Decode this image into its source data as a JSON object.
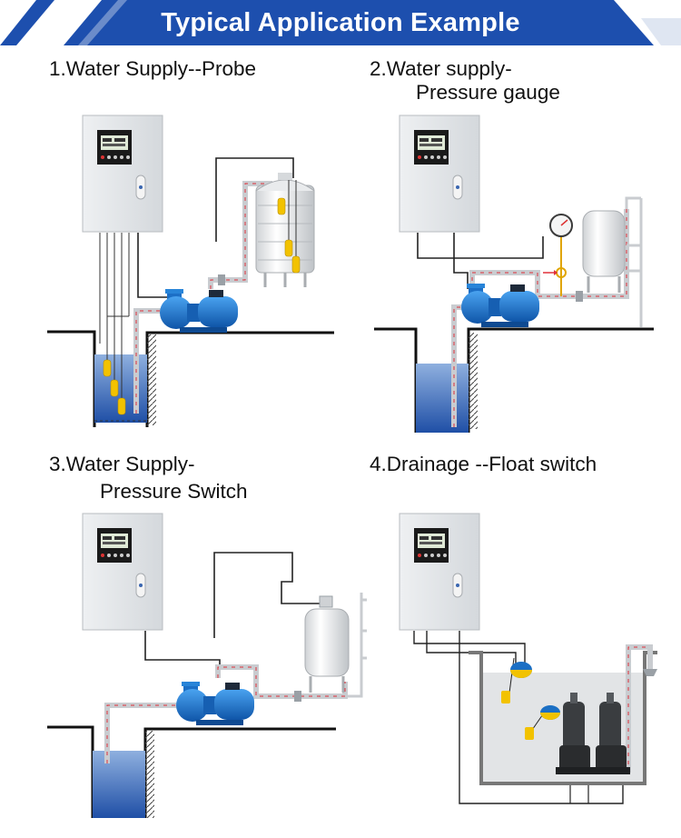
{
  "header": {
    "title": "Typical Application Example",
    "accent_color": "#1d4fae"
  },
  "sections": [
    {
      "title_line1": "1.Water Supply--Probe",
      "title_line2": ""
    },
    {
      "title_line1": "2.Water supply-",
      "title_line2": "Pressure gauge"
    },
    {
      "title_line1": "3.Water Supply-",
      "title_line2": "Pressure Switch"
    },
    {
      "title_line1": "4.Drainage --Float switch",
      "title_line2": ""
    }
  ],
  "colors": {
    "water": "#2f63b8",
    "cabinet": "#e3e6e9",
    "pipe": "#c9ccd0",
    "pipe_flow": "#e0303a",
    "float": "#f2c200",
    "pump": "#1b6fc4"
  },
  "icons": [
    "control-cabinet-icon",
    "water-tank-icon",
    "pump-icon",
    "float-icon",
    "pressure-gauge-icon",
    "pressure-tank-icon",
    "submersible-pump-icon",
    "ball-float-icon"
  ]
}
